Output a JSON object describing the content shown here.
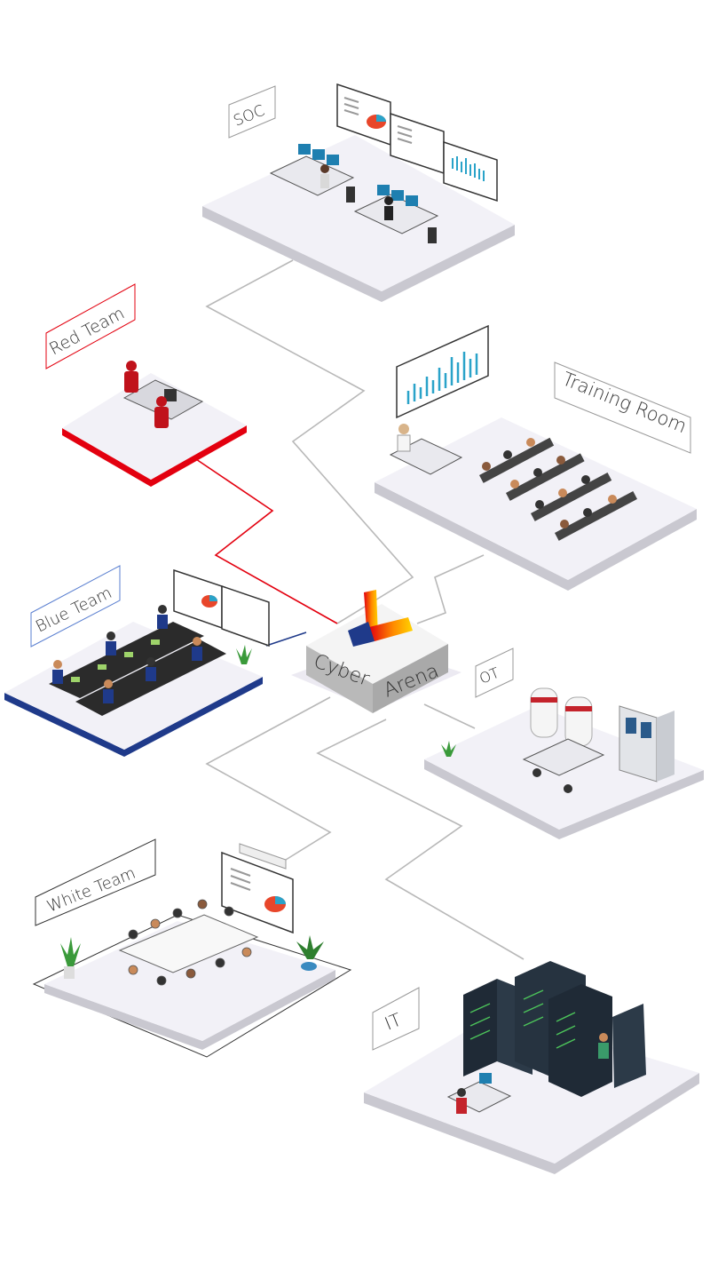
{
  "hub": {
    "line1": "Cyber",
    "line2": "Arena"
  },
  "zones": {
    "soc": "SOC",
    "red": "Red Team",
    "training": "Training Room",
    "blue": "Blue Team",
    "ot": "OT",
    "white": "White Team",
    "it": "IT"
  },
  "colors": {
    "red": "#e3000f",
    "blue": "#1f3a8a",
    "line": "#b8b8b8",
    "platform": "#f2f1f7",
    "platform_side": "#c9c8d0"
  }
}
